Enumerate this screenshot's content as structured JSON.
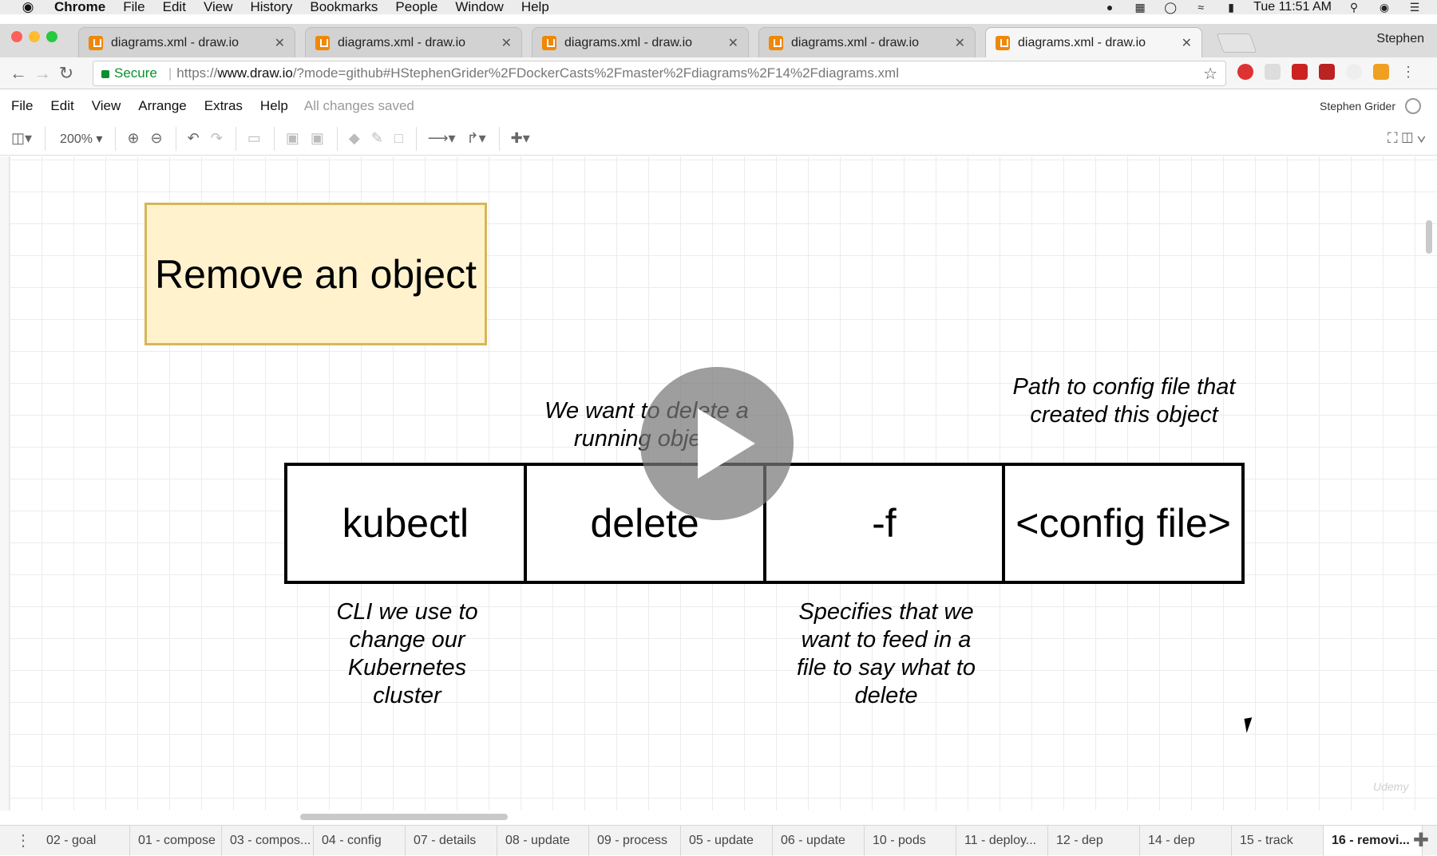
{
  "os_menubar": {
    "app": "Chrome",
    "items": [
      "File",
      "Edit",
      "View",
      "History",
      "Bookmarks",
      "People",
      "Window",
      "Help"
    ],
    "clock": "Tue 11:51 AM"
  },
  "browser": {
    "tabs": [
      {
        "label": "diagrams.xml - draw.io"
      },
      {
        "label": "diagrams.xml - draw.io"
      },
      {
        "label": "diagrams.xml - draw.io"
      },
      {
        "label": "diagrams.xml - draw.io"
      },
      {
        "label": "diagrams.xml - draw.io"
      }
    ],
    "profile": "Stephen",
    "secure_label": "Secure",
    "url_scheme": "https://",
    "url_host": "www.draw.io",
    "url_rest": "/?mode=github#HStephenGrider%2FDockerCasts%2Fmaster%2Fdiagrams%2F14%2Fdiagrams.xml"
  },
  "drawio": {
    "menu": [
      "File",
      "Edit",
      "View",
      "Arrange",
      "Extras",
      "Help"
    ],
    "status": "All changes saved",
    "user": "Stephen Grider",
    "zoom": "200%"
  },
  "diagram": {
    "title": "Remove an object",
    "cells": [
      "kubectl",
      "delete",
      "-f",
      "<config file>"
    ],
    "notes": {
      "delete": "We want to delete a running object",
      "config": "Path to config file that created this object",
      "kubectl": "CLI we use to change our Kubernetes cluster",
      "f": "Specifies that we want to feed in a file to say what to delete"
    }
  },
  "page_tabs": [
    "02 - goal",
    "01 - compose",
    "03 - compos...",
    "04 - config",
    "07 - details",
    "08 - update",
    "09 - process",
    "05 - update",
    "06 - update",
    "10 - pods",
    "11 - deploy...",
    "12 - dep",
    "14 - dep",
    "15 - track",
    "16 - removi..."
  ],
  "colors": {
    "title_fill": "#fff2cc",
    "title_border": "#d6b656",
    "drawio_orange": "#f08705"
  }
}
